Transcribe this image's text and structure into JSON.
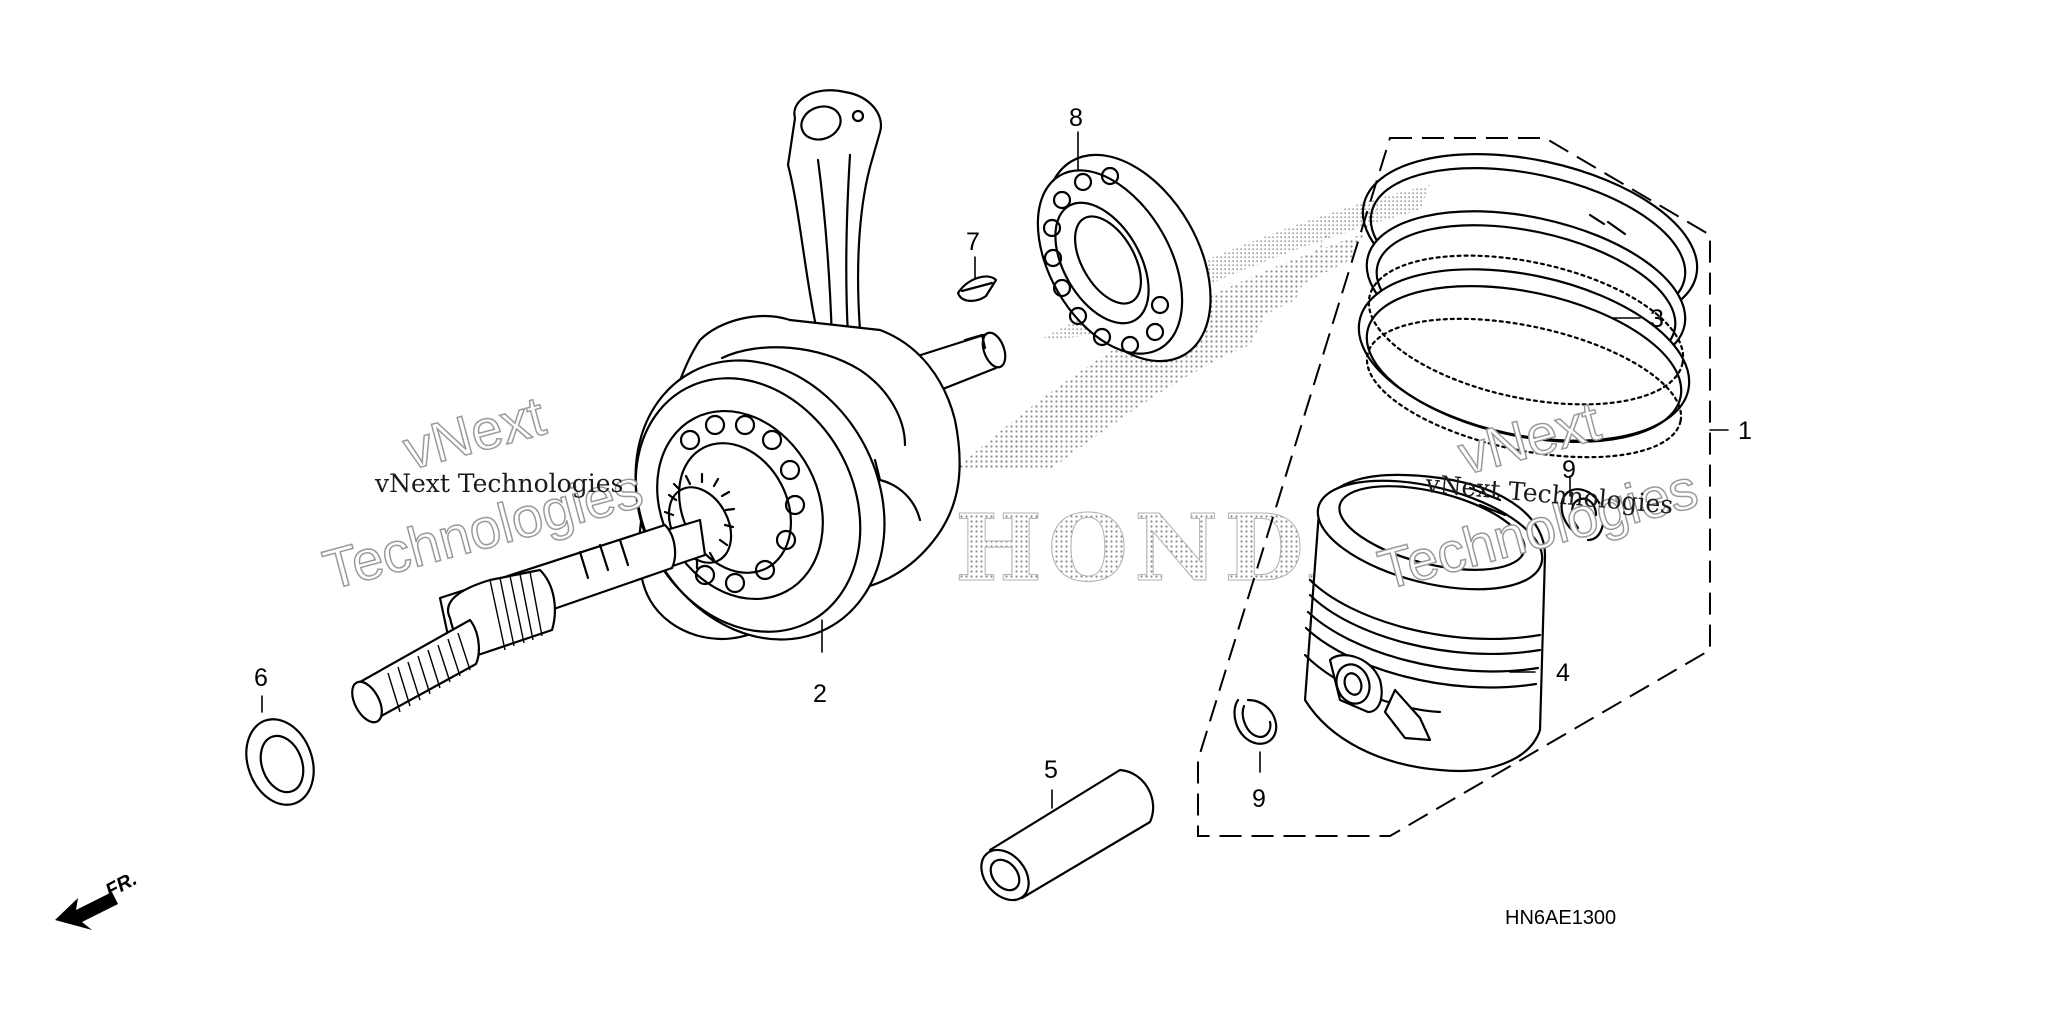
{
  "diagram_code": "HN6AE1300",
  "front_marker": {
    "label": "FR.",
    "icon": "front-arrow-icon"
  },
  "watermark": {
    "line_text": "vNext Technologies",
    "big_word_1": "vNext",
    "big_word_2": "Technologies"
  },
  "logo_text": "HONDA",
  "callouts": {
    "assembly_1": "1",
    "crankshaft_2": "2",
    "rings_3": "3",
    "piston_4": "4",
    "pin_5": "5",
    "washer_6": "6",
    "key_7": "7",
    "bearing_8": "8",
    "clip_9a": "9",
    "clip_9b": "9"
  },
  "colors": {
    "line": "#000000",
    "background": "#ffffff",
    "logo_dots": "#9a9a9a",
    "watermark_outline": "#9a9a9a"
  }
}
